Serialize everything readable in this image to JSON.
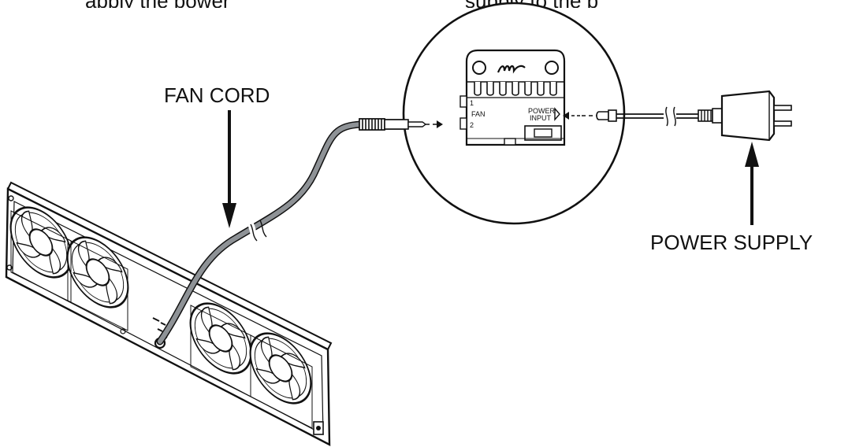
{
  "top_text_left": "apply the power",
  "top_text_right": "supply to the p",
  "labels": {
    "fan_cord": "FAN CORD",
    "power_supply": "POWER SUPPLY"
  },
  "module": {
    "port1": "1",
    "port2": "2",
    "fan": "FAN",
    "power_line1": "POWER",
    "power_line2": "INPUT"
  },
  "colors": {
    "cord": "#8e9296",
    "ink": "#111111"
  }
}
